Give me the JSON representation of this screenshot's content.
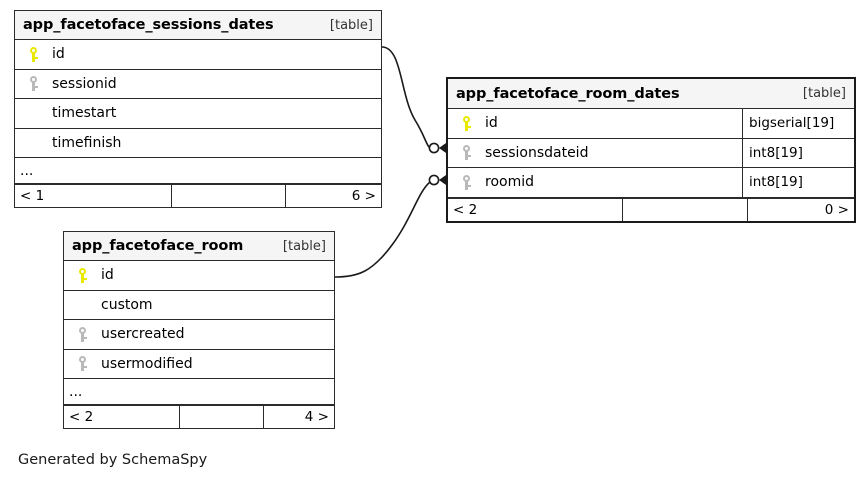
{
  "diagram": {
    "type": "entity-relationship-diagram",
    "generator_caption": "Generated by SchemaSpy",
    "table_kind_label": "[table]"
  },
  "tables": [
    {
      "id": "app_facetoface_sessions_dates",
      "name": "app_facetoface_sessions_dates",
      "kind": "[table]",
      "emphasis": false,
      "columns": [
        {
          "name": "id",
          "key": "pk",
          "type": ""
        },
        {
          "name": "sessionid",
          "key": "fk",
          "type": ""
        },
        {
          "name": "timestart",
          "key": "none",
          "type": ""
        },
        {
          "name": "timefinish",
          "key": "none",
          "type": ""
        }
      ],
      "more_indicator": "...",
      "footer": {
        "left": "< 1",
        "middle": "",
        "right": "6 >"
      }
    },
    {
      "id": "app_facetoface_room_dates",
      "name": "app_facetoface_room_dates",
      "kind": "[table]",
      "emphasis": true,
      "columns": [
        {
          "name": "id",
          "key": "pk",
          "type": "bigserial[19]"
        },
        {
          "name": "sessionsdateid",
          "key": "fk",
          "type": "int8[19]"
        },
        {
          "name": "roomid",
          "key": "fk",
          "type": "int8[19]"
        }
      ],
      "more_indicator": "",
      "footer": {
        "left": "< 2",
        "middle": "",
        "right": "0 >"
      }
    },
    {
      "id": "app_facetoface_room",
      "name": "app_facetoface_room",
      "kind": "[table]",
      "emphasis": false,
      "columns": [
        {
          "name": "id",
          "key": "pk",
          "type": ""
        },
        {
          "name": "custom",
          "key": "none",
          "type": ""
        },
        {
          "name": "usercreated",
          "key": "fk",
          "type": ""
        },
        {
          "name": "usermodified",
          "key": "fk",
          "type": ""
        }
      ],
      "more_indicator": "...",
      "footer": {
        "left": "< 2",
        "middle": "",
        "right": "4 >"
      }
    }
  ],
  "relationships": [
    {
      "from_table": "app_facetoface_sessions_dates",
      "from_column": "id",
      "to_table": "app_facetoface_room_dates",
      "to_column": "sessionsdateid",
      "from_end": "line",
      "to_end": "zero-or-more-arrow"
    },
    {
      "from_table": "app_facetoface_room",
      "from_column": "id",
      "to_table": "app_facetoface_room_dates",
      "to_column": "roomid",
      "from_end": "line",
      "to_end": "zero-or-more-arrow"
    }
  ],
  "colors": {
    "primary_key": "#e8e800",
    "foreign_key": "#b9b9b9",
    "header_background": "#f5f5f5",
    "border": "#2b2b2b",
    "background": "#ffffff"
  }
}
